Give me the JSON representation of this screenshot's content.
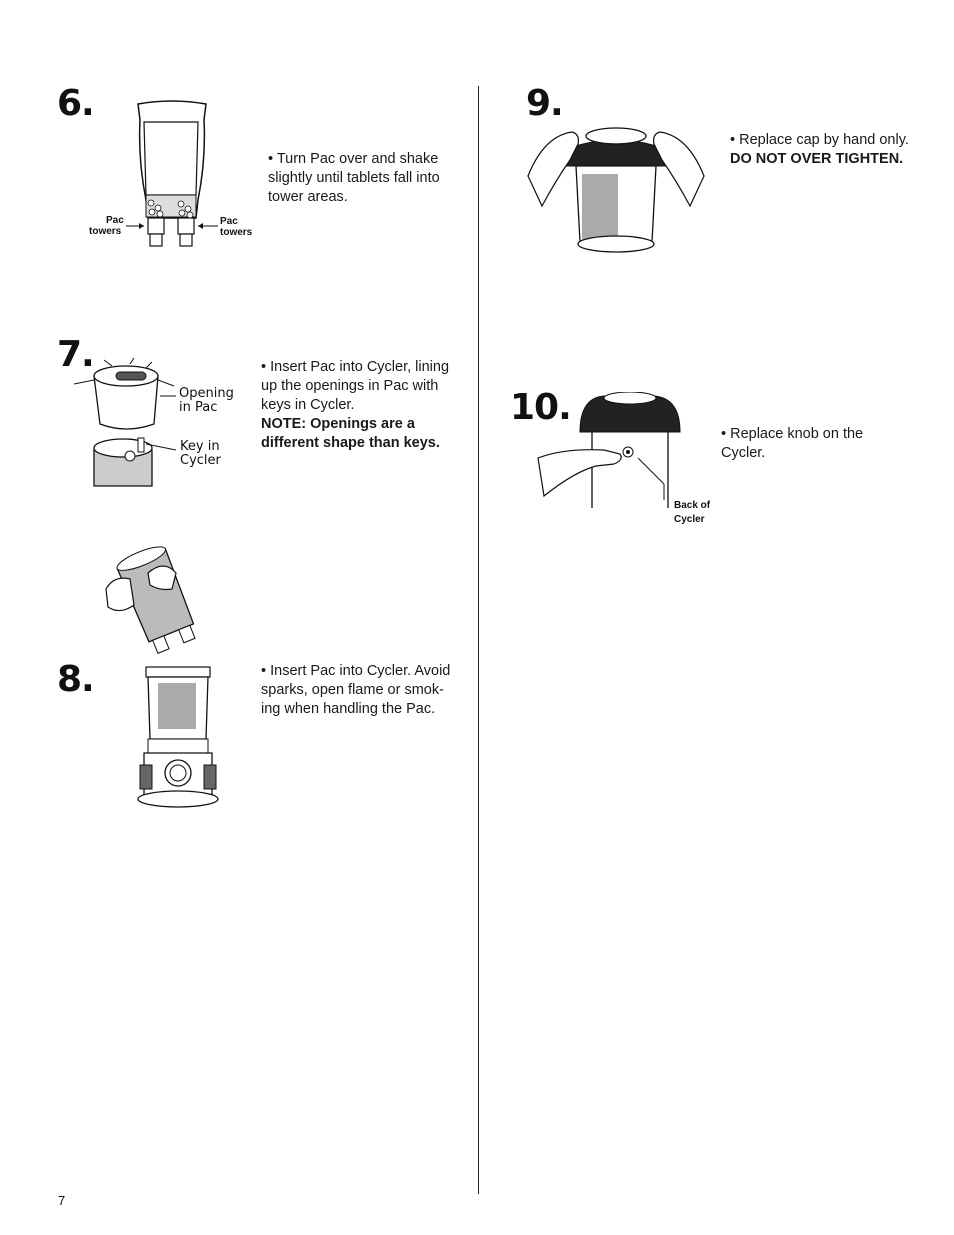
{
  "page_number": "7",
  "steps": {
    "s6": {
      "number": "6.",
      "text": [
        "• Turn Pac over and shake",
        "slightly until tablets fall into",
        "tower areas."
      ],
      "fig_labels": {
        "left_1": "Pac",
        "left_2": "towers",
        "right_1": "Pac",
        "right_2": "towers"
      }
    },
    "s7": {
      "number": "7.",
      "text": [
        "• Insert Pac into Cycler, lining",
        "up the openings in Pac with",
        "keys in Cycler."
      ],
      "note": [
        "NOTE: Openings are a",
        "different shape than keys."
      ],
      "fig_labels": {
        "opening_1": "Opening",
        "opening_2": "in Pac",
        "key_1": "Key in",
        "key_2": "Cycler"
      }
    },
    "s8": {
      "number": "8.",
      "text": [
        "• Insert Pac into Cycler. Avoid",
        "sparks, open flame or smok-",
        "ing when handling the Pac."
      ]
    },
    "s9": {
      "number": "9.",
      "text": [
        "• Replace cap by hand only."
      ],
      "note": [
        "DO NOT OVER TIGHTEN."
      ]
    },
    "s10": {
      "number": "10.",
      "text": [
        "• Replace knob on the",
        "Cycler."
      ],
      "fig_labels": {
        "back_1": "Back of",
        "back_2": "Cycler"
      }
    }
  }
}
